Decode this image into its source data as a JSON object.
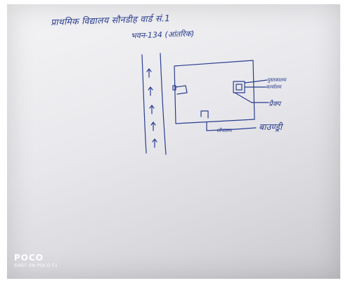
{
  "header": {
    "line1": "प्राथमिक विद्यालय सौनडीह  वार्ड सं.1",
    "line2": "भवन-134   (आंतरिक)"
  },
  "labels": {
    "label_a": "पुस्तकालय",
    "label_b": "कार्यालय",
    "label_c": "प्रैक्प",
    "label_d": "शौचालय",
    "label_e": "बाउण्ड्री"
  },
  "watermark": {
    "brand": "POCO",
    "sub": "SHOT ON POCO F1"
  },
  "colors": {
    "ink": "#2a3d8f",
    "paper": "#e8e8ec"
  }
}
